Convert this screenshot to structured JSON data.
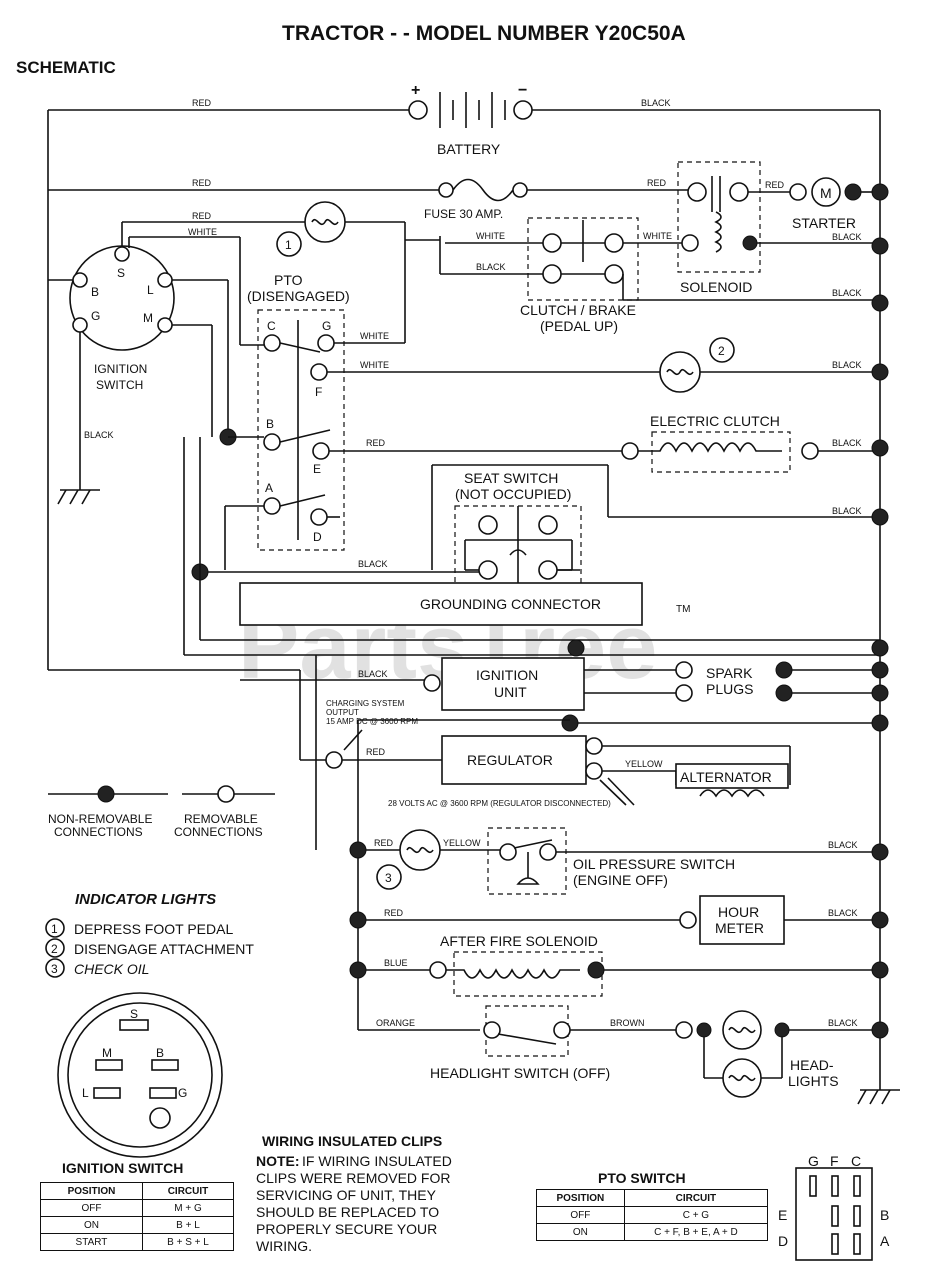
{
  "title": "TRACTOR - - MODEL NUMBER Y20C50A",
  "section": "SCHEMATIC",
  "watermark": "PartsTree",
  "trademark": "TM",
  "components": {
    "battery": "BATTERY",
    "battery_plus": "+",
    "battery_minus": "−",
    "fuse": "FUSE 30 AMP.",
    "starter": "STARTER",
    "starter_symbol": "M",
    "solenoid": "SOLENOID",
    "clutch_brake": "CLUTCH / BRAKE",
    "clutch_brake_state": "(PEDAL UP)",
    "pto": "PTO",
    "pto_state": "(DISENGAGED)",
    "ignition_switch_line1": "IGNITION",
    "ignition_switch_line2": "SWITCH",
    "electric_clutch": "ELECTRIC CLUTCH",
    "seat_switch": "SEAT SWITCH",
    "seat_switch_state": "(NOT OCCUPIED)",
    "grounding_connector": "GROUNDING CONNECTOR",
    "ignition_unit_line1": "IGNITION",
    "ignition_unit_line2": "UNIT",
    "spark_plugs_line1": "SPARK",
    "spark_plugs_line2": "PLUGS",
    "charging_output_line1": "CHARGING SYSTEM",
    "charging_output_line2": "OUTPUT",
    "charging_output_line3": "15 AMP DC @ 3600 RPM",
    "regulator": "REGULATOR",
    "alternator": "ALTERNATOR",
    "alternator_note": "28 VOLTS AC @ 3600 RPM (REGULATOR DISCONNECTED)",
    "oil_switch": "OIL PRESSURE SWITCH",
    "oil_switch_state": "(ENGINE OFF)",
    "hour_meter_line1": "HOUR",
    "hour_meter_line2": "METER",
    "after_fire": "AFTER FIRE SOLENOID",
    "headlight_switch": "HEADLIGHT SWITCH (OFF)",
    "headlights_line1": "HEAD-",
    "headlights_line2": "LIGHTS"
  },
  "terminals": {
    "ign_s": "S",
    "ign_b": "B",
    "ign_l": "L",
    "ign_g": "G",
    "ign_m": "M",
    "pto_c": "C",
    "pto_g": "G",
    "pto_f": "F",
    "pto_b": "B",
    "pto_e": "E",
    "pto_a": "A",
    "pto_d": "D",
    "ind1": "1",
    "ind2": "2",
    "ind3": "3"
  },
  "wire_colors": {
    "red": "RED",
    "black": "BLACK",
    "white": "WHITE",
    "yellow": "YELLOW",
    "blue": "BLUE",
    "orange": "ORANGE",
    "brown": "BROWN"
  },
  "legend": {
    "non_removable_line1": "NON-REMOVABLE",
    "non_removable_line2": "CONNECTIONS",
    "removable_line1": "REMOVABLE",
    "removable_line2": "CONNECTIONS"
  },
  "indicator_lights": {
    "title": "INDICATOR LIGHTS",
    "items": [
      {
        "num": "1",
        "text": "DEPRESS FOOT PEDAL"
      },
      {
        "num": "2",
        "text": "DISENGAGE ATTACHMENT"
      },
      {
        "num": "3",
        "text": "CHECK OIL"
      }
    ]
  },
  "ignition_face": {
    "s": "S",
    "m": "M",
    "b": "B",
    "l": "L",
    "g": "G"
  },
  "ignition_table": {
    "title": "IGNITION SWITCH",
    "headers": [
      "POSITION",
      "CIRCUIT"
    ],
    "rows": [
      [
        "OFF",
        "M + G"
      ],
      [
        "ON",
        "B + L"
      ],
      [
        "START",
        "B + S + L"
      ]
    ]
  },
  "clips_note": {
    "title": "WIRING INSULATED CLIPS",
    "lead": "NOTE:",
    "line1": "IF WIRING INSULATED",
    "line2": "CLIPS WERE REMOVED FOR",
    "line3": "SERVICING OF UNIT, THEY",
    "line4": "SHOULD BE REPLACED TO",
    "line5": "PROPERLY SECURE YOUR",
    "line6": "WIRING."
  },
  "pto_table": {
    "title": "PTO SWITCH",
    "headers": [
      "POSITION",
      "CIRCUIT"
    ],
    "rows": [
      [
        "OFF",
        "C + G"
      ],
      [
        "ON",
        "C + F, B + E, A + D"
      ]
    ]
  },
  "pto_face": {
    "g": "G",
    "f": "F",
    "c": "C",
    "e": "E",
    "b": "B",
    "d": "D",
    "a": "A"
  }
}
